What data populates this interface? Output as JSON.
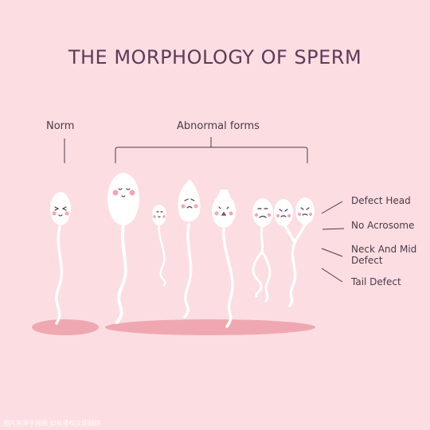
{
  "title": "THE MORPHOLOGY OF SPERM",
  "labels": {
    "norm": "Norm",
    "abnormal": "Abnormal forms"
  },
  "defects": [
    "Defect Head",
    "No Acrosome",
    "Neck And Mid Defect",
    "Tail Defect"
  ],
  "watermark": "图片来源于网络 如有侵权立即删除",
  "colors": {
    "background": "#fcdde2",
    "shadow": "#efa8b2",
    "cell": "#ffffff",
    "text": "#5c3c58",
    "line": "#4a3a48"
  }
}
